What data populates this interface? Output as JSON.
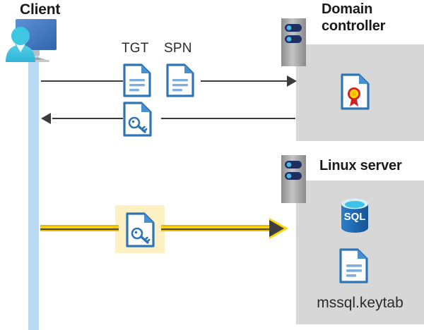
{
  "diagram": {
    "title_client": "Client",
    "title_domain_controller": "Domain\ncontroller",
    "title_linux_server": "Linux server"
  },
  "labels": {
    "client": "Client",
    "domain_controller_line1": "Domain",
    "domain_controller_line2": "controller",
    "linux_server": "Linux server",
    "tgt": "TGT",
    "spn": "SPN",
    "keytab_file": "mssql.keytab",
    "sql": "SQL"
  },
  "icons": {
    "client": "client-computer-user-icon",
    "server_rack_dc": "server-rack-icon",
    "server_rack_linux": "server-rack-icon",
    "doc_tgt": "document-icon",
    "doc_spn": "document-icon",
    "doc_service_ticket": "document-key-icon",
    "doc_keytab_flow": "document-key-icon",
    "doc_certificate": "certificate-document-icon",
    "doc_keytab": "document-icon",
    "database": "sql-database-icon",
    "arrow_request": "arrow-right-icon",
    "arrow_response": "arrow-left-icon",
    "arrow_keytab_auth": "arrow-right-highlight-icon"
  },
  "colors": {
    "panel_gray": "#d7d7d7",
    "lifeline_blue": "#bcd9f2",
    "highlight_yellow": "#fdf1c4",
    "arrow_yellow": "#ffd200",
    "line_black": "#3b3b3b",
    "doc_blue": "#2e75b6",
    "sql_blue": "#1f6bb0",
    "cert_red": "#d02020",
    "cert_gold": "#ffd500",
    "monitor_blue": "#3f74bd",
    "person_cyan": "#41c3e0",
    "rack_gray": "#9a9a9a",
    "rack_navy": "#20305e"
  },
  "flows": [
    {
      "id": "flow-1",
      "from": "client",
      "to": "domain-controller",
      "direction": "right",
      "artifacts": [
        "TGT",
        "SPN"
      ],
      "style": "plain"
    },
    {
      "id": "flow-2",
      "from": "domain-controller",
      "to": "client",
      "direction": "left",
      "artifacts": [
        "service-ticket"
      ],
      "style": "plain"
    },
    {
      "id": "flow-3",
      "from": "client",
      "to": "linux-server",
      "direction": "right",
      "artifacts": [
        "service-ticket"
      ],
      "style": "highlighted-yellow"
    }
  ],
  "nodes": {
    "domain_controller_contents": [
      "certificate"
    ],
    "linux_server_contents": [
      "SQL",
      "mssql.keytab"
    ]
  }
}
